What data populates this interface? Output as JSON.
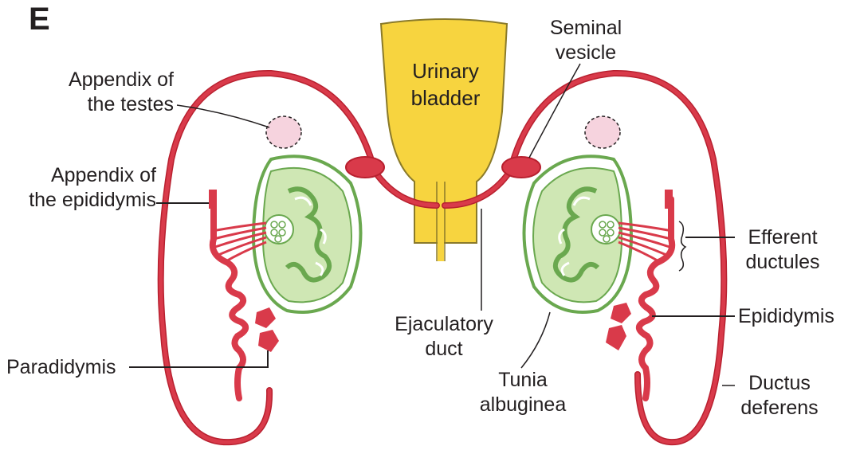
{
  "panel_letter": "E",
  "colors": {
    "duct": "#d93a4a",
    "duct_stroke": "#b8202f",
    "testis_fill": "#cfe7b4",
    "testis_stroke": "#6aa84f",
    "bladder_fill": "#f7d43f",
    "bladder_stroke": "#8a7a2a",
    "appendix_fill": "#f6d3de",
    "line": "#231f20"
  },
  "labels": {
    "bladder_line1": "Urinary",
    "bladder_line2": "bladder",
    "seminal_line1": "Seminal",
    "seminal_line2": "vesicle",
    "appendix_testes_line1": "Appendix of",
    "appendix_testes_line2": "the testes",
    "appendix_epididymis_line1": "Appendix of",
    "appendix_epididymis_line2": "the epididymis",
    "paradidymis": "Paradidymis",
    "ejaculatory_line1": "Ejaculatory",
    "ejaculatory_line2": "duct",
    "tunica_line1": "Tunia",
    "tunica_line2": "albuginea",
    "efferent_line1": "Efferent",
    "efferent_line2": "ductules",
    "epididymis": "Epididymis",
    "ductus_line1": "Ductus",
    "ductus_line2": "deferens"
  }
}
